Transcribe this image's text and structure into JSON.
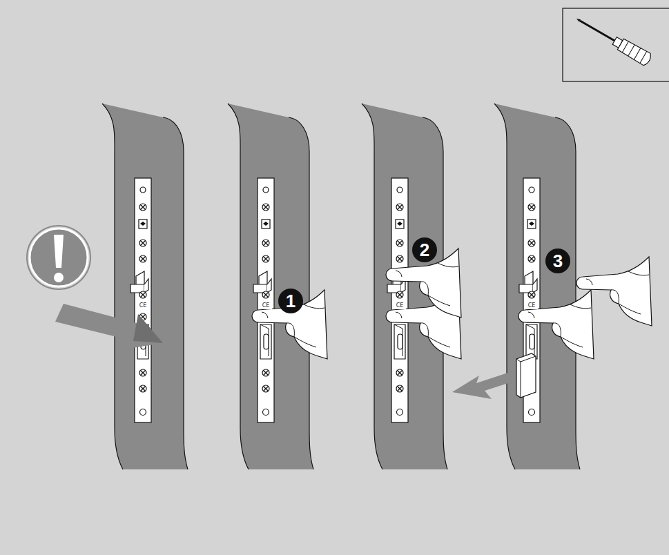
{
  "diagram": {
    "labels": [
      "1",
      "2",
      "3",
      "CE",
      "CE",
      "CE",
      "CE"
    ]
  }
}
